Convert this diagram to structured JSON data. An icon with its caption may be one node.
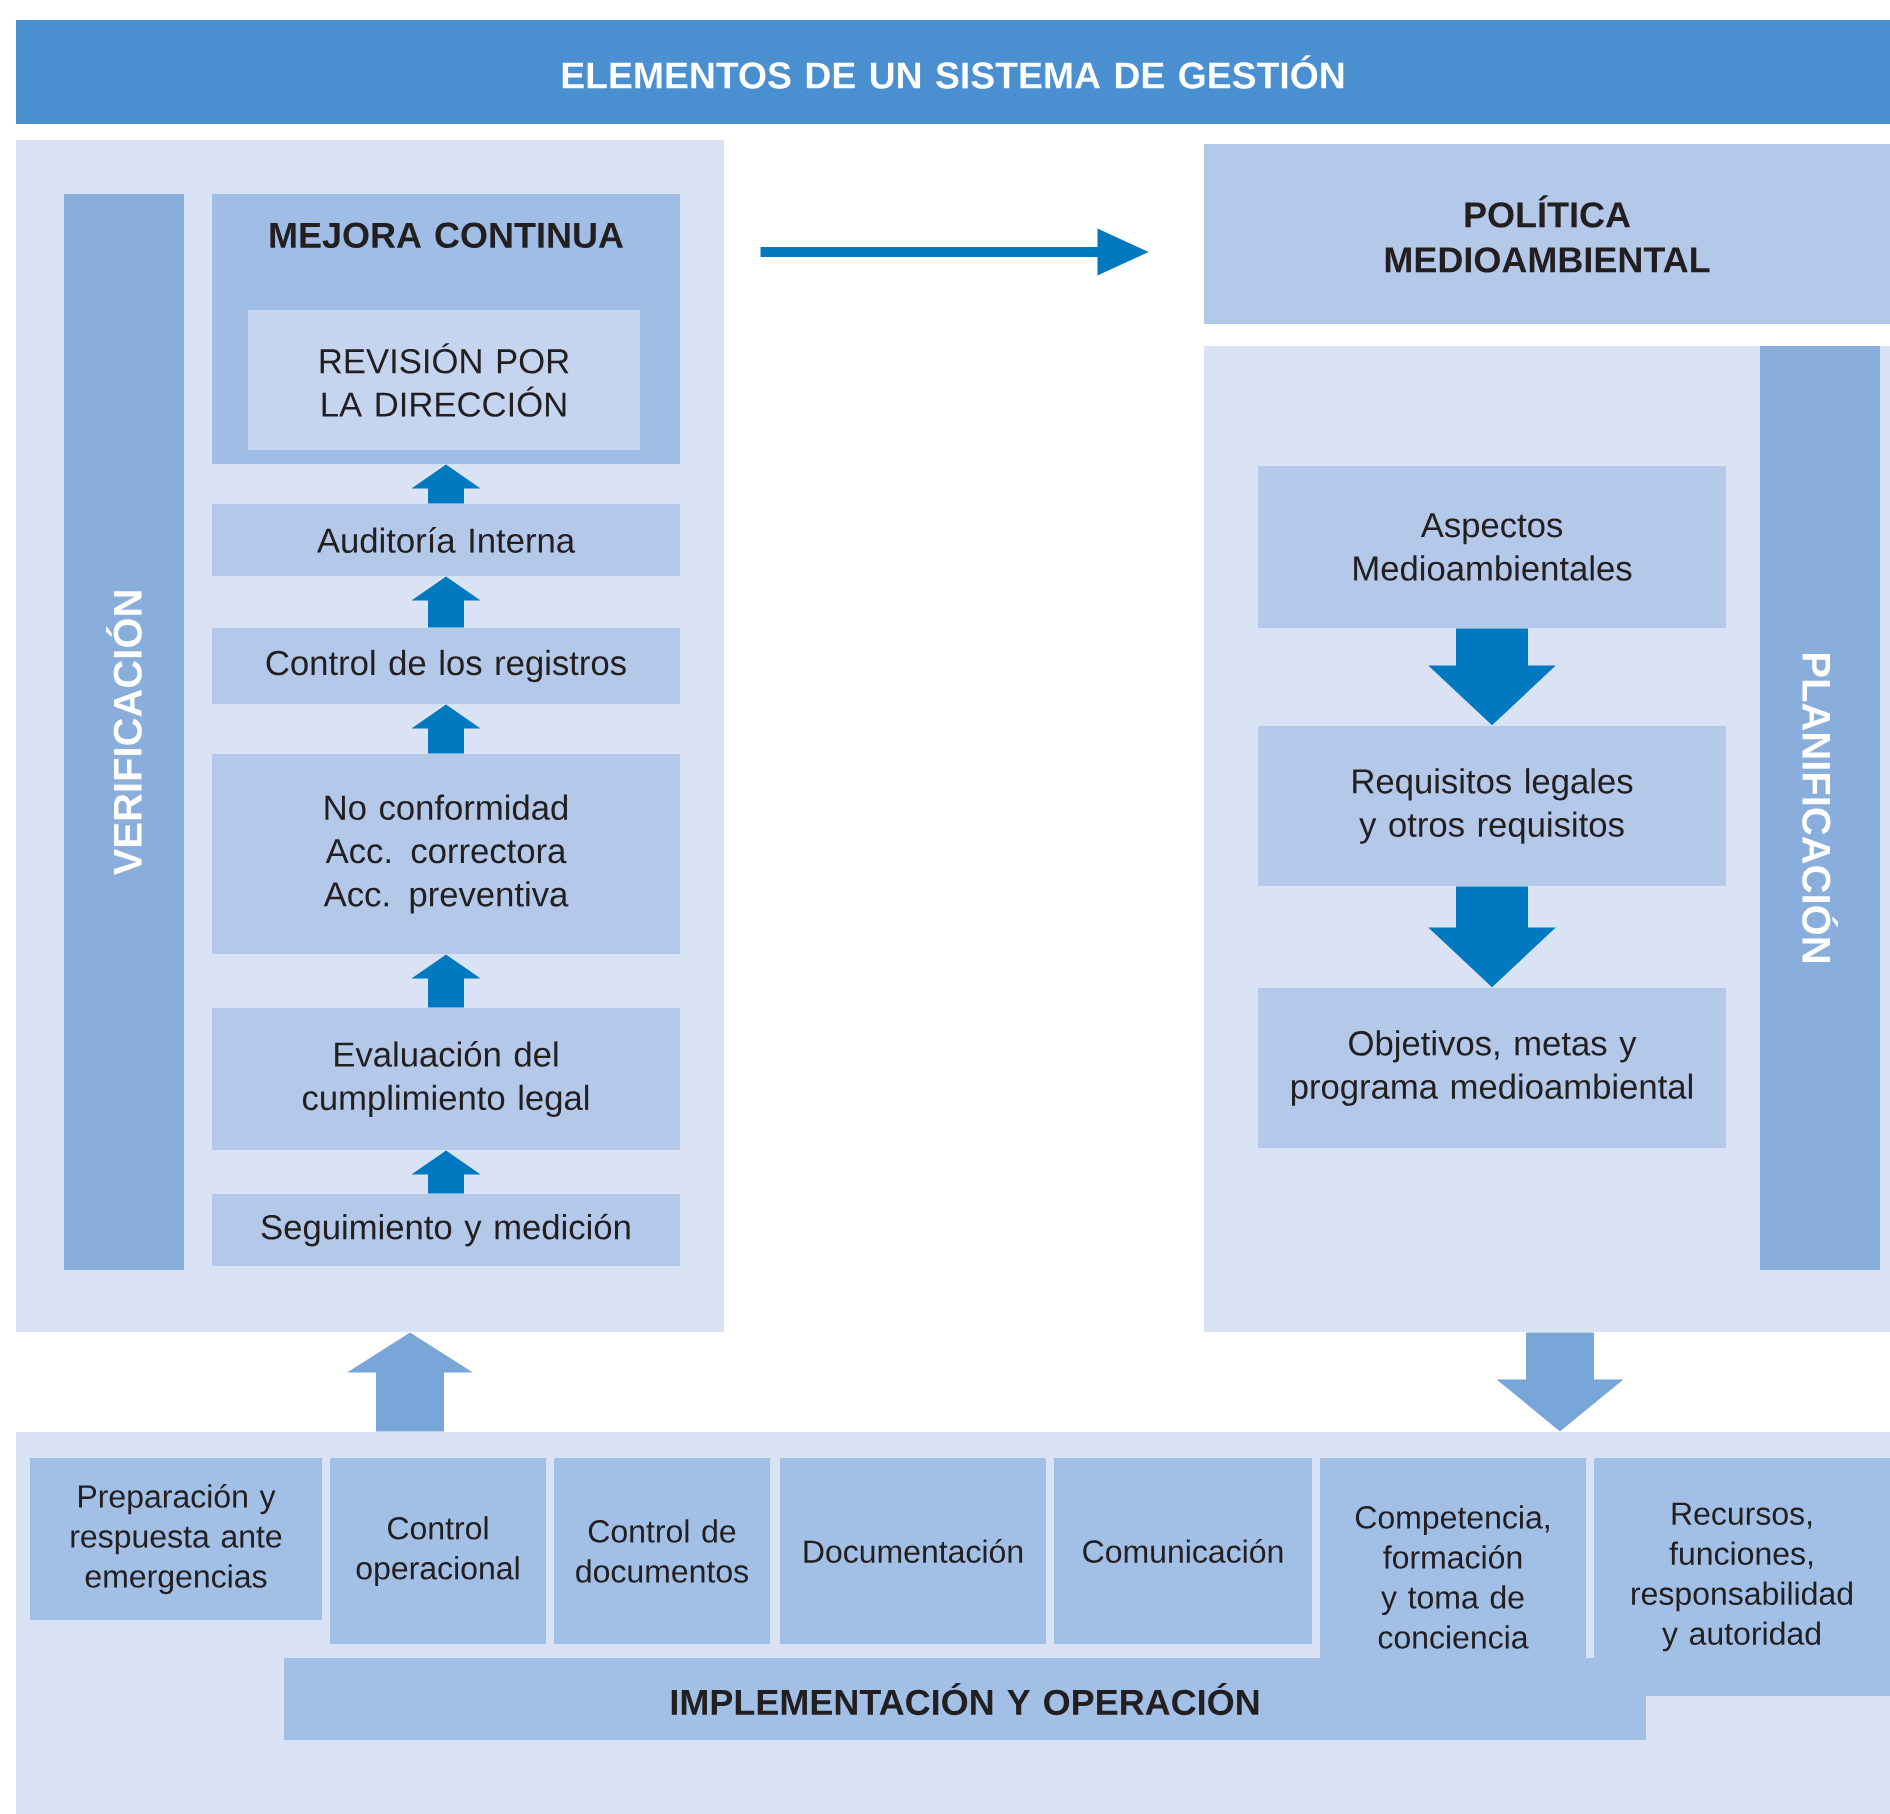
{
  "diagram": {
    "nodes": [
      {
        "text": [
          "ELEMENTOS DE UN SISTEMA DE GESTIÓN"
        ]
      },
      {
        "text": [],
        "shape": "box"
      },
      {
        "text": [
          "VERIFICACIÓN"
        ],
        "in": 1
      },
      {
        "text": [
          "MEJORA CONTINUA"
        ],
        "in": 1
      },
      {
        "text": [
          "REVISIÓN POR LA DIRECCIÓN"
        ],
        "in": 3
      },
      {
        "text": [
          "Auditoría Interna"
        ],
        "in": 1
      },
      {
        "text": [
          "Control de los registros"
        ],
        "in": 1
      },
      {
        "text": [
          "No conformidad",
          "Acc. correctora",
          "Acc. preventiva"
        ],
        "in": 1
      },
      {
        "text": [
          "Evaluación del cumplimiento legal"
        ],
        "in": 1
      },
      {
        "text": [
          "Seguimiento y medición"
        ],
        "in": 1
      },
      {
        "text": [
          "POLÍTICA MEDIOAMBIENTAL"
        ]
      },
      {
        "text": [],
        "shape": "box"
      },
      {
        "text": [
          "PLANIFICACIÓN"
        ],
        "in": 11
      },
      {
        "text": [
          "Aspectos Medioambientales"
        ],
        "in": 11
      },
      {
        "text": [
          "Requisitos legales y otros requisitos"
        ],
        "in": 11
      },
      {
        "text": [
          "Objetivos, metas y programa medioambiental"
        ],
        "in": 11
      },
      {
        "text": [],
        "shape": "box"
      },
      {
        "text": [
          "Preparación y respuesta ante emergencias"
        ],
        "in": 16
      },
      {
        "text": [
          "Control operacional"
        ],
        "in": 16
      },
      {
        "text": [
          "Control de documentos"
        ],
        "in": 16
      },
      {
        "text": [
          "Documentación"
        ],
        "in": 16
      },
      {
        "text": [
          "Comunicación"
        ],
        "in": 16
      },
      {
        "text": [
          "Competencia, formación y toma de conciencia"
        ],
        "in": 16
      },
      {
        "text": [
          "Recursos, funciones, responsabilidad y autoridad"
        ],
        "in": 16
      },
      {
        "text": [
          "IMPLEMENTACIÓN Y OPERACIÓN"
        ],
        "in": 16
      }
    ],
    "edges": [
      {
        "from": 9,
        "to": 8,
        "arrow": "to"
      },
      {
        "from": 8,
        "to": 7,
        "arrow": "to"
      },
      {
        "from": 7,
        "to": 6,
        "arrow": "to"
      },
      {
        "from": 6,
        "to": 5,
        "arrow": "to"
      },
      {
        "from": 5,
        "to": 3,
        "arrow": "to"
      },
      {
        "from": 1,
        "to": 10,
        "arrow": "to"
      },
      {
        "from": 13,
        "to": 14,
        "arrow": "to",
        "style": "thick"
      },
      {
        "from": 14,
        "to": 15,
        "arrow": "to",
        "style": "thick"
      },
      {
        "from": 11,
        "to": 16,
        "arrow": "to",
        "style": "thick",
        "color": "#78a6d8"
      },
      {
        "from": 16,
        "to": 1,
        "arrow": "to",
        "style": "thick",
        "color": "#78a6d8"
      }
    ]
  }
}
